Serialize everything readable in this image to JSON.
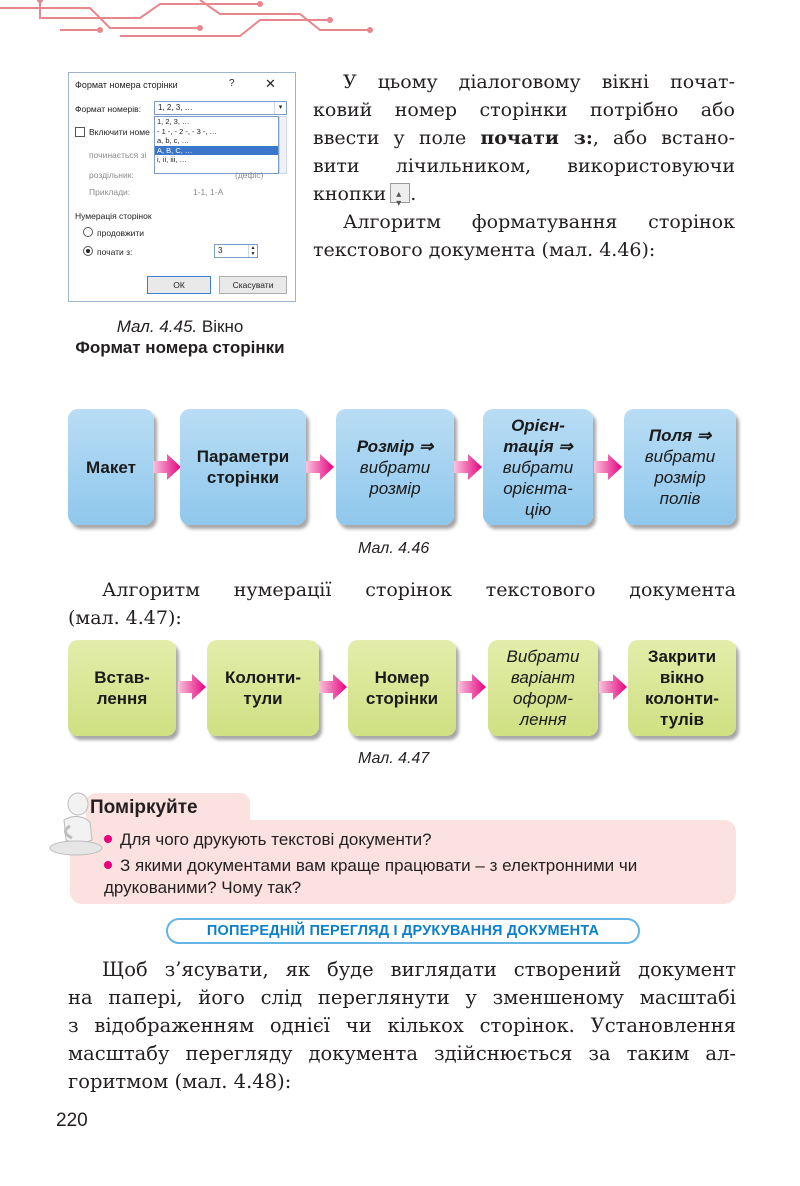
{
  "dialog": {
    "title": "Формат номера сторінки",
    "help": "?",
    "close": "✕",
    "format_label": "Формат номерів:",
    "format_value": "1, 2, 3, …",
    "dropdown_options": [
      "1, 2, 3, …",
      "- 1 -, - 2 -, - 3 -, …",
      "a, b, c, …",
      "A, B, C, …",
      "i, ii, iii, …"
    ],
    "include_label": "Включити номе",
    "starts_label": "починається зі",
    "separator_label": "роздільник:",
    "separator_value": "(дефіс)",
    "examples_label": "Приклади:",
    "examples_value": "1-1, 1-А",
    "numbering_label": "Нумерація сторінок",
    "continue_label": "продовжити",
    "start_at_label": "почати з:",
    "start_at_value": "3",
    "ok": "ОК",
    "cancel": "Скасувати"
  },
  "caption_45": {
    "num": "Мал. 4.45.",
    "word": "Вікно",
    "bold": "Формат номера сторінки"
  },
  "intro": {
    "l1": "У цьому діалоговому вікні почат-",
    "l2": "ковий номер сторінки потрібно або",
    "l3a": "ввести у поле",
    "l3b": "почати з:",
    "l3c": ", або встано-",
    "l4": "вити лічильником, використовуючи",
    "l5": "кнопки",
    "l5end": ".",
    "algo1_l1": "Алгоритм форматування сторінок",
    "algo1_l2": "текстового документа (мал. 4.46):"
  },
  "flow1": [
    {
      "bold": "Макет",
      "rest": ""
    },
    {
      "bold": "Параметри сторінки",
      "rest": ""
    },
    {
      "bold": "Розмір ⇒",
      "rest": "вибрати розмір"
    },
    {
      "bold": "Орієн-тація ⇒",
      "rest": "вибрати орієнта-цію"
    },
    {
      "bold": "Поля ⇒",
      "rest": "вибрати розмір полів"
    }
  ],
  "caption_46": "Мал. 4.46",
  "algo2": {
    "l1": "Алгоритм нумерації сторінок текстового документа",
    "l2": "(мал. 4.47):"
  },
  "flow2": [
    "Встав-лення",
    "Колонти-тули",
    "Номер сторінки",
    "Вибрати варіант оформ-лення",
    "Закрити вікно колонти-тулів"
  ],
  "caption_47": "Мал. 4.47",
  "think": {
    "title": "Поміркуйте",
    "q1": "Для чого друкують текстові документи?",
    "q2a": "З якими документами вам краще працювати – з електронними чи",
    "q2b": "друкованими? Чому так?"
  },
  "section_title": "ПОПЕРЕДНІЙ ПЕРЕГЛЯД І ДРУКУВАННЯ ДОКУМЕНТА",
  "body": {
    "l1": "Щоб з’ясувати, як буде виглядати створений документ",
    "l2": "на папері, його слід переглянути у зменшеному масштабі",
    "l3": "з відображенням однієї чи кількох сторінок. Установлення",
    "l4": "масштабу перегляду документа здійснюється за таким ал-",
    "l5": "горитмом (мал. 4.48):"
  },
  "page_number": "220",
  "colors": {
    "accent_pink": "#e5007e",
    "box_blue": "#8fc7ec",
    "box_green": "#cfe082",
    "section_blue": "#0b7fcb",
    "think_bg": "#fbe1df"
  }
}
